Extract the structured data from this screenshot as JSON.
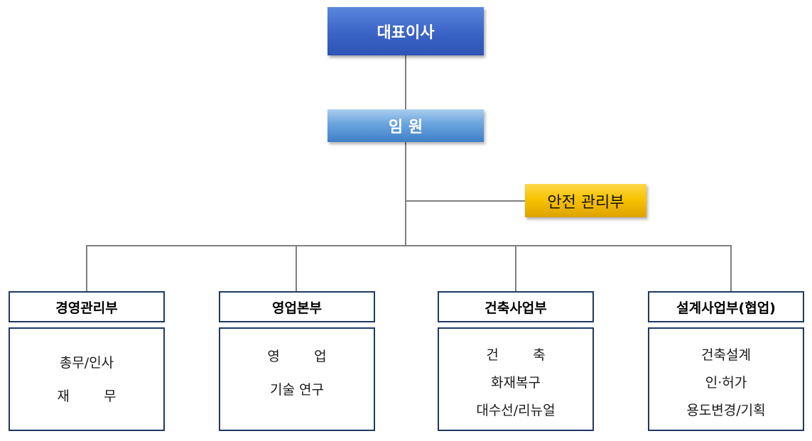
{
  "ceo": "대표이사",
  "executives": "임 원",
  "safety": "안전 관리부",
  "departments": [
    {
      "title": "경영관리부",
      "items": [
        "총무/인사",
        "재        무"
      ]
    },
    {
      "title": "영업본부",
      "items": [
        "영        업",
        "기술 연구"
      ]
    },
    {
      "title": "건축사업부",
      "items": [
        "건        축",
        "화재복구",
        "대수선/리뉴얼"
      ]
    },
    {
      "title": "설계사업부(협업)",
      "items": [
        "건축설계",
        "인·허가",
        "용도변경/기획"
      ]
    }
  ]
}
